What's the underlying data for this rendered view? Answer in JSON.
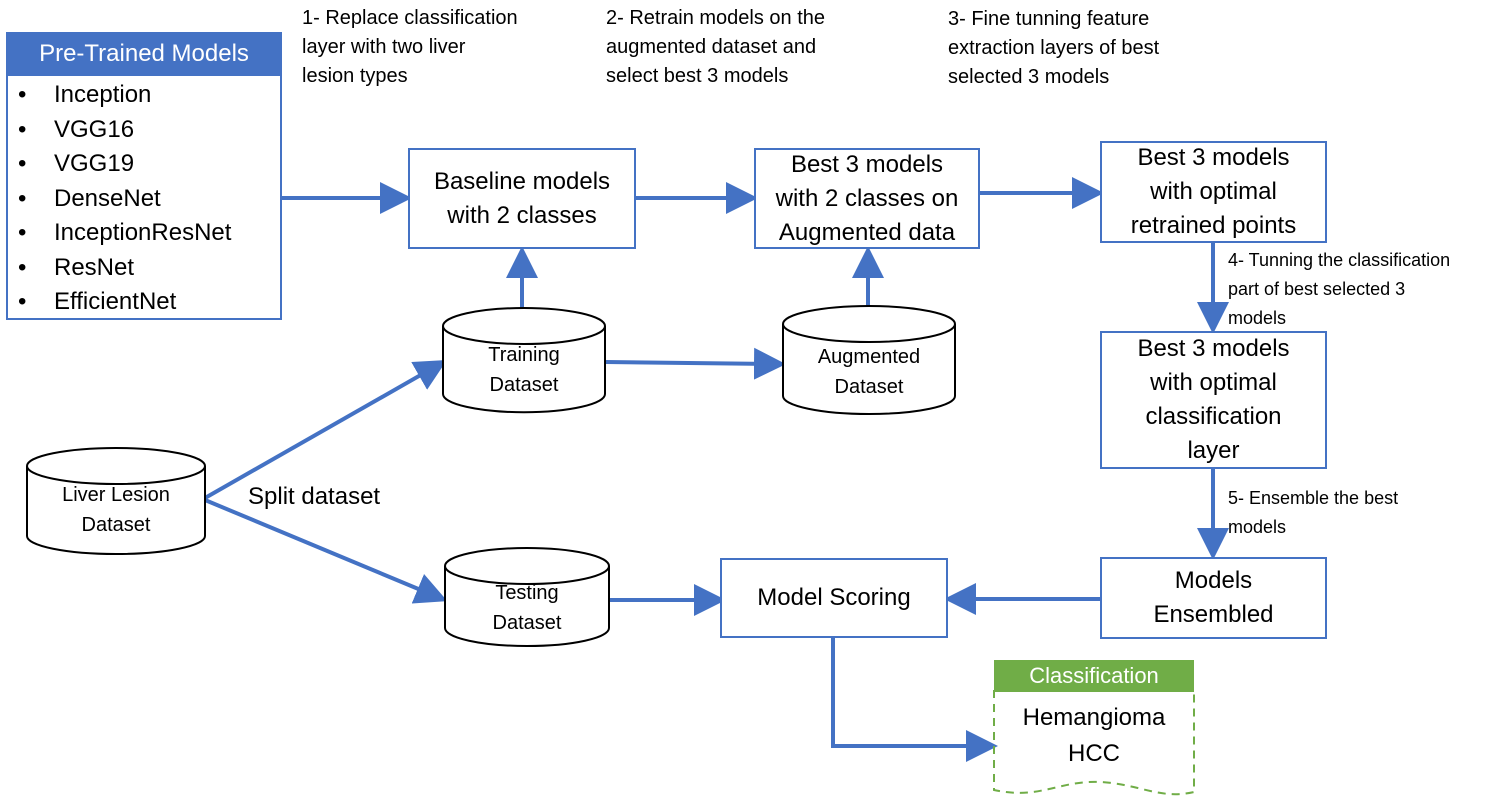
{
  "pretrained": {
    "title": "Pre-Trained Models",
    "items": [
      "Inception",
      "VGG16",
      "VGG19",
      "DenseNet",
      "InceptionResNet",
      "ResNet",
      "EfficientNet"
    ]
  },
  "steps": {
    "step1": "1- Replace classification\nlayer with two liver\nlesion types",
    "step2": "2- Retrain models on the\naugmented dataset and\nselect best 3 models",
    "step3": "3- Fine tunning feature\nextraction layers of best\nselected 3 models",
    "step4": "4- Tunning the classification\npart of best selected 3\nmodels",
    "step5": "5- Ensemble the best\nmodels"
  },
  "boxes": {
    "baseline": "Baseline models\nwith 2 classes",
    "best_augmented": "Best 3 models\nwith 2 classes on\nAugmented data",
    "best_retrained": "Best 3 models\nwith optimal\nretrained points",
    "best_classification": "Best 3 models\nwith optimal\nclassification\nlayer",
    "ensembled": "Models\nEnsembled",
    "scoring": "Model Scoring"
  },
  "datasets": {
    "training": "Training\nDataset",
    "augmented": "Augmented\nDataset",
    "liver": "Liver Lesion\nDataset",
    "testing": "Testing\nDataset"
  },
  "split_label": "Split dataset",
  "classification": {
    "title": "Classification",
    "classes": [
      "Hemangioma",
      "HCC"
    ]
  },
  "colors": {
    "arrow": "#4472c4",
    "header": "#4472c4",
    "classification_header": "#70ad47"
  }
}
